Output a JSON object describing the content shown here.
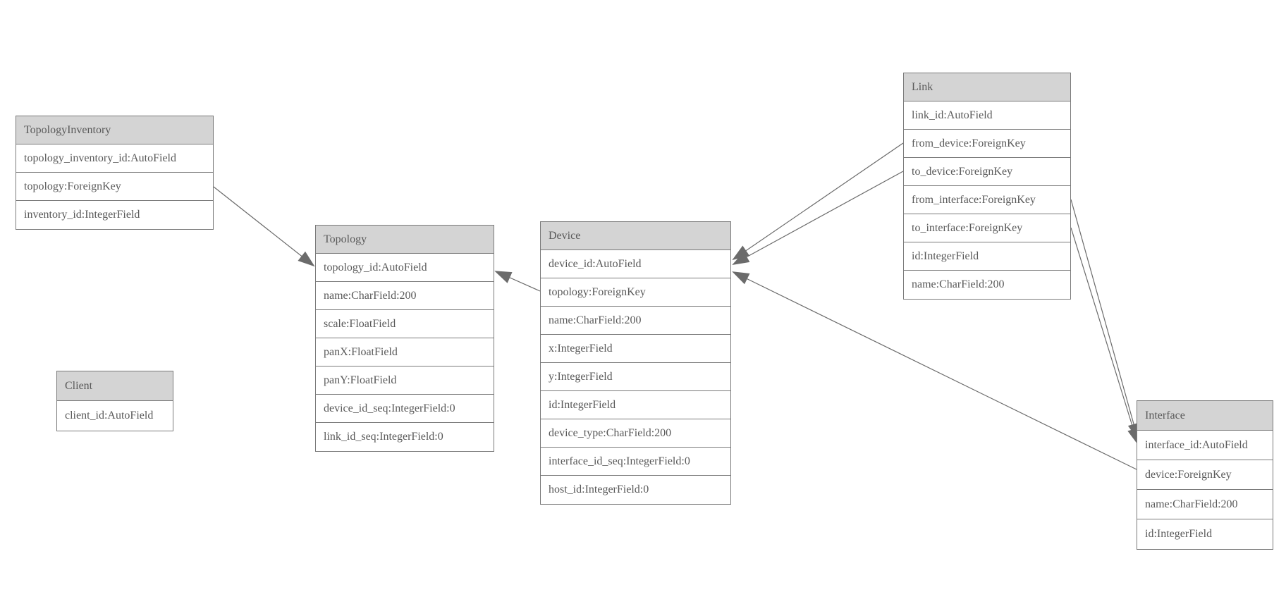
{
  "diagram": {
    "kind": "entity-relationship-diagram",
    "colors": {
      "header_fill": "#d4d4d4",
      "row_fill": "#ffffff",
      "border": "#7a7a7a",
      "text": "#595959",
      "edge": "#6b6b6b",
      "background": "#ffffff"
    }
  },
  "tables": [
    {
      "name": "TopologyInventory",
      "fields": [
        "topology_inventory_id:AutoField",
        "topology:ForeignKey",
        "inventory_id:IntegerField"
      ]
    },
    {
      "name": "Topology",
      "fields": [
        "topology_id:AutoField",
        "name:CharField:200",
        "scale:FloatField",
        "panX:FloatField",
        "panY:FloatField",
        "device_id_seq:IntegerField:0",
        "link_id_seq:IntegerField:0"
      ]
    },
    {
      "name": "Client",
      "fields": [
        "client_id:AutoField"
      ]
    },
    {
      "name": "Device",
      "fields": [
        "device_id:AutoField",
        "topology:ForeignKey",
        "name:CharField:200",
        "x:IntegerField",
        "y:IntegerField",
        "id:IntegerField",
        "device_type:CharField:200",
        "interface_id_seq:IntegerField:0",
        "host_id:IntegerField:0"
      ]
    },
    {
      "name": "Link",
      "fields": [
        "link_id:AutoField",
        "from_device:ForeignKey",
        "to_device:ForeignKey",
        "from_interface:ForeignKey",
        "to_interface:ForeignKey",
        "id:IntegerField",
        "name:CharField:200"
      ]
    },
    {
      "name": "Interface",
      "fields": [
        "interface_id:AutoField",
        "device:ForeignKey",
        "name:CharField:200",
        "id:IntegerField"
      ]
    }
  ],
  "edges": [
    {
      "from": "TopologyInventory.topology",
      "to": "Topology.topology_id"
    },
    {
      "from": "Device.topology",
      "to": "Topology.topology_id"
    },
    {
      "from": "Link.from_device",
      "to": "Device.device_id"
    },
    {
      "from": "Link.to_device",
      "to": "Device.device_id"
    },
    {
      "from": "Interface.device",
      "to": "Device.device_id"
    },
    {
      "from": "Link.from_interface",
      "to": "Interface.interface_id"
    },
    {
      "from": "Link.to_interface",
      "to": "Interface.interface_id"
    }
  ]
}
